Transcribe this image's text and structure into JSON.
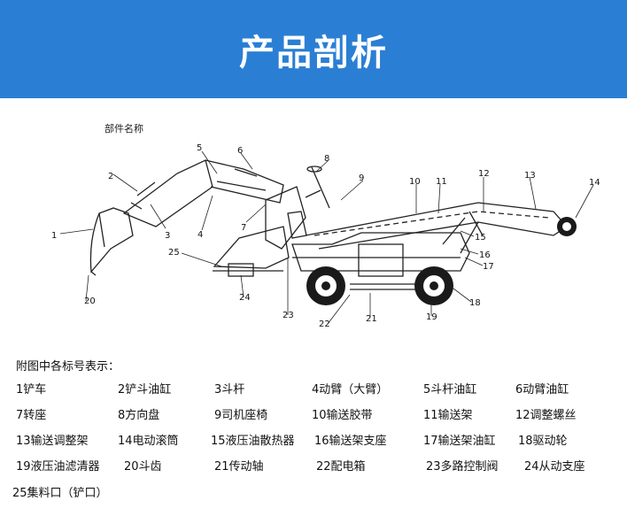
{
  "header": {
    "title": "产品剖析"
  },
  "diagram": {
    "caption": "部件名称",
    "callouts": [
      "1",
      "2",
      "3",
      "4",
      "5",
      "6",
      "7",
      "8",
      "9",
      "10",
      "11",
      "12",
      "13",
      "14",
      "15",
      "16",
      "17",
      "18",
      "19",
      "20",
      "21",
      "22",
      "23",
      "24",
      "25"
    ]
  },
  "legend": {
    "heading": "附图中各标号表示：",
    "items": [
      "1铲车",
      "2铲斗油缸",
      "3斗杆",
      "4动臂（大臂）",
      "5斗杆油缸",
      "6动臂油缸",
      "7转座",
      "8方向盘",
      "9司机座椅",
      "10输送胶带",
      "11输送架",
      "12调整螺丝",
      "13输送调整架",
      "14电动滚筒",
      "15液压油散热器",
      "16输送架支座",
      "17输送架油缸",
      "18驱动轮",
      "19液压油滤清器",
      "20斗齿",
      "21传动轴",
      "22配电箱",
      "23多路控制阀",
      "24从动支座",
      "25集料口（铲口）"
    ]
  }
}
